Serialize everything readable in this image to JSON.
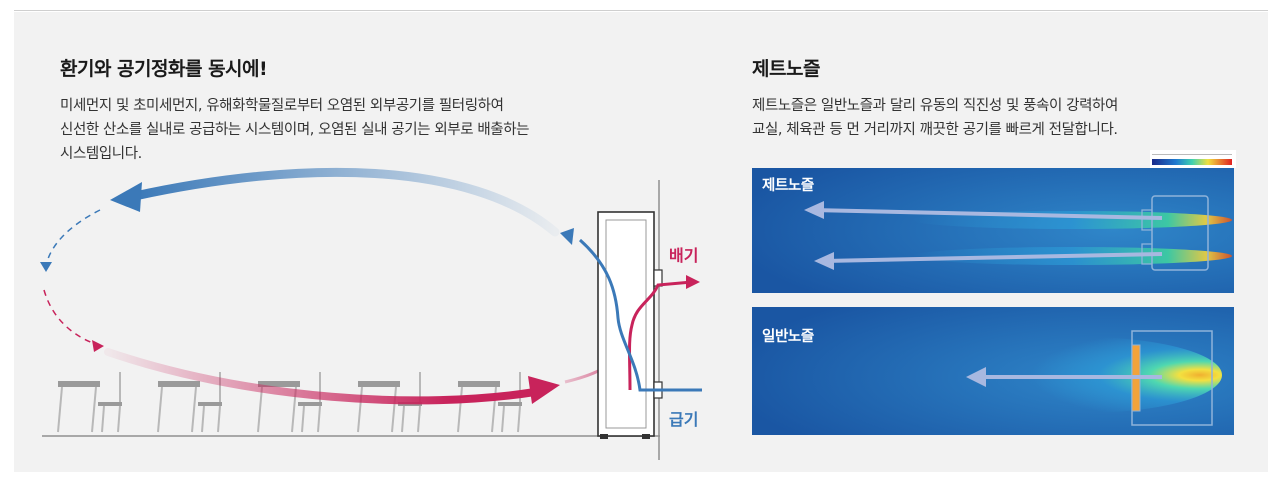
{
  "left": {
    "title": "환기와 공기정화를 동시에!",
    "desc_lines": [
      "미세먼지 및 초미세먼지, 유해화학물질로부터 오염된 외부공기를 필터링하여",
      "신선한 산소를 실내로 공급하는 시스템이며, 오염된 실내 공기는 외부로 배출하는",
      "시스템입니다."
    ],
    "labels": {
      "exhaust": "배기",
      "supply": "급기"
    }
  },
  "right": {
    "title": "제트노즐",
    "desc_lines": [
      "제트노즐은 일반노즐과 달리 유동의 직진성 및 풍속이 강력하여",
      "교실, 체육관 등 먼 거리까지 깨끗한 공기를 빠르게 전달합니다."
    ],
    "sims": [
      {
        "label": "제트노즐"
      },
      {
        "label": "일반노즐"
      }
    ]
  },
  "colors": {
    "panel_bg": "#f2f2f2",
    "exhaust": "#c8235b",
    "supply": "#3b79b8",
    "sim_bg": "#1f5fa8"
  }
}
